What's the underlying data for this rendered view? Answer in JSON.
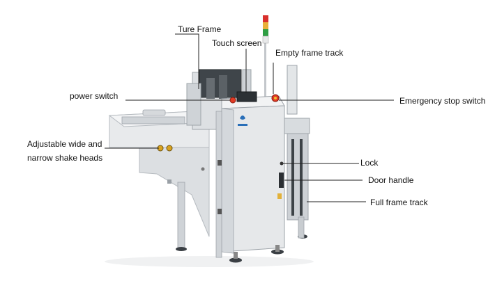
{
  "labels": {
    "ture_frame": "Ture Frame",
    "touch_screen": "Touch screen",
    "empty_frame_track": "Empty frame track",
    "power_switch": "power switch",
    "emergency_stop_switch": "Emergency stop switch",
    "adjustable_line1": "Adjustable wide and",
    "adjustable_line2": "narrow shake heads",
    "lock": "Lock",
    "door_handle": "Door handle",
    "full_frame_track": "Full frame track"
  },
  "colors": {
    "machine_body": "#e6e8ea",
    "machine_shadow": "#c9cdd1",
    "frame_dark": "#4a5055",
    "signal_red": "#d9302c",
    "signal_green": "#2f9e44",
    "emergency_red": "#e03a24",
    "emergency_yellow": "#f2c12e",
    "leader_line": "#222222"
  }
}
